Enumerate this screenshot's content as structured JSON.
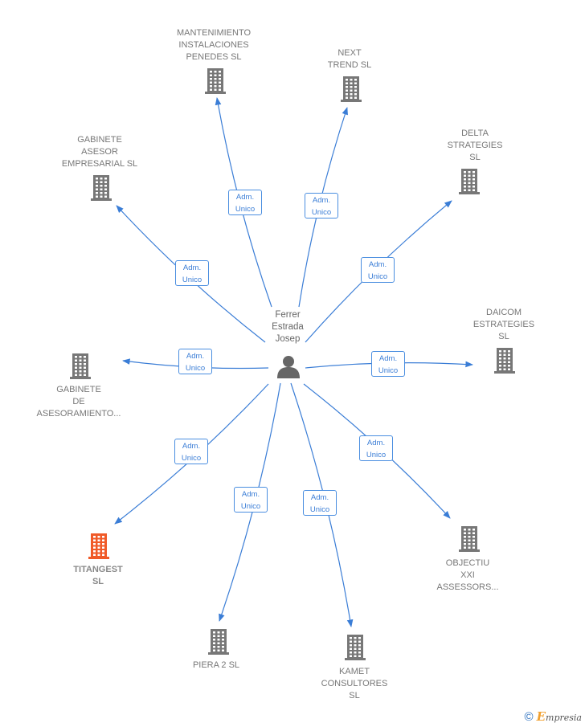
{
  "center": {
    "label": "Ferrer\nEstrada\nJosep",
    "icon": "person-icon"
  },
  "relationship_label": "Adm.\nUnico",
  "colors": {
    "edge": "#3a7dd6",
    "building": "#777777",
    "building_highlight": "#f05a28"
  },
  "nodes": [
    {
      "id": "mantenimiento",
      "label": "MANTENIMIENTO\nINSTALACIONES\nPENEDES  SL",
      "highlight": false,
      "icon": "building-icon"
    },
    {
      "id": "next-trend",
      "label": "NEXT\nTREND SL",
      "highlight": false,
      "icon": "building-icon"
    },
    {
      "id": "delta",
      "label": "DELTA\nSTRATEGIES\nSL",
      "highlight": false,
      "icon": "building-icon"
    },
    {
      "id": "gabinete-asesor",
      "label": "GABINETE\nASESOR\nEMPRESARIAL SL",
      "highlight": false,
      "icon": "building-icon"
    },
    {
      "id": "daicom",
      "label": "DAICOM\nESTRATEGIES\nSL",
      "highlight": false,
      "icon": "building-icon"
    },
    {
      "id": "gabinete-asesoramiento",
      "label": "GABINETE\nDE\nASESORAMIENTO...",
      "highlight": false,
      "icon": "building-icon"
    },
    {
      "id": "titangest",
      "label": "TITANGEST\nSL",
      "highlight": true,
      "icon": "building-icon"
    },
    {
      "id": "objectiu",
      "label": "OBJECTIU\nXXI\nASSESSORS...",
      "highlight": false,
      "icon": "building-icon"
    },
    {
      "id": "piera",
      "label": "PIERA 2  SL",
      "highlight": false,
      "icon": "building-icon"
    },
    {
      "id": "kamet",
      "label": "KAMET\nCONSULTORES\nSL",
      "highlight": false,
      "icon": "building-icon"
    }
  ],
  "footer": {
    "copyright_symbol": "©",
    "brand_initial": "E",
    "brand_rest": "mpresia"
  }
}
